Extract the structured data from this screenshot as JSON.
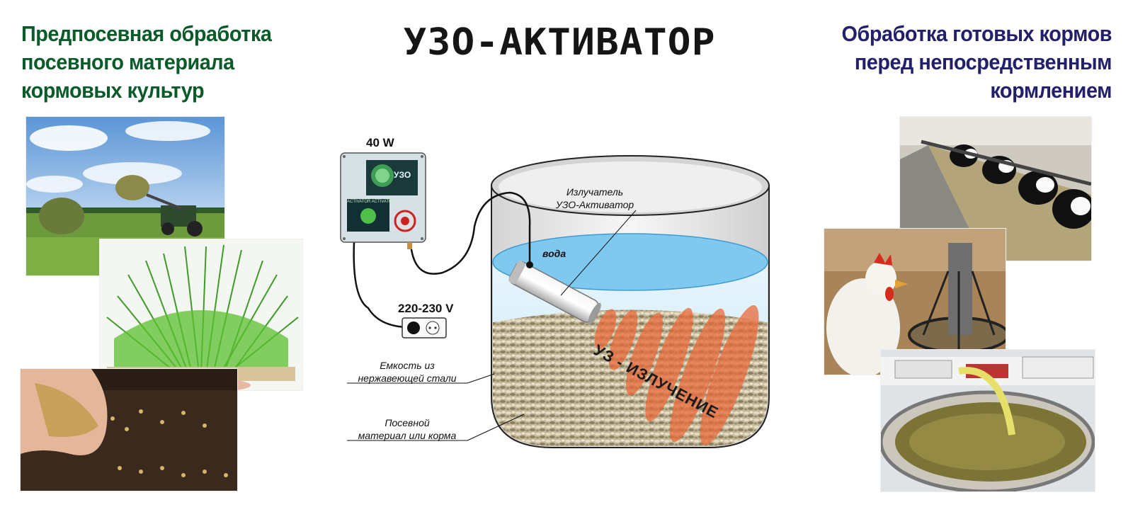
{
  "header": {
    "left_lines": [
      "Предпосевная обработка",
      "посевного материала",
      "кормовых культур"
    ],
    "title": "УЗО-АКТИВАТОР",
    "right_lines": [
      "Обработка готовых кормов",
      "перед непосредственным",
      "кормлением"
    ]
  },
  "diagram": {
    "power_label": "40 W",
    "voltage_label": "220-230 V",
    "device_logo": "УЗО",
    "device_panel_text": "ACTIVATOR ACTIVATOR",
    "emitter_label_line1": "Излучатель",
    "emitter_label_line2": "УЗО-Активатор",
    "water_label": "вода",
    "container_label_line1": "Емкость из",
    "container_label_line2": "нержавеющей стали",
    "material_label_line1": "Посевной",
    "material_label_line2": "материал или корма",
    "radiation_label": "УЗ - ИЗЛУЧЕНИЕ"
  },
  "colors": {
    "left_heading": "#0b5a2a",
    "right_heading": "#23206a",
    "radiation": "#e8693a",
    "water": "#bfe3f7"
  },
  "photos": [
    {
      "name": "hay-field-photo"
    },
    {
      "name": "wheatgrass-sprouts-photo"
    },
    {
      "name": "seeds-sowing-photo"
    },
    {
      "name": "cows-feeding-photo"
    },
    {
      "name": "chicken-feeder-photo"
    },
    {
      "name": "feed-trailer-photo"
    }
  ]
}
